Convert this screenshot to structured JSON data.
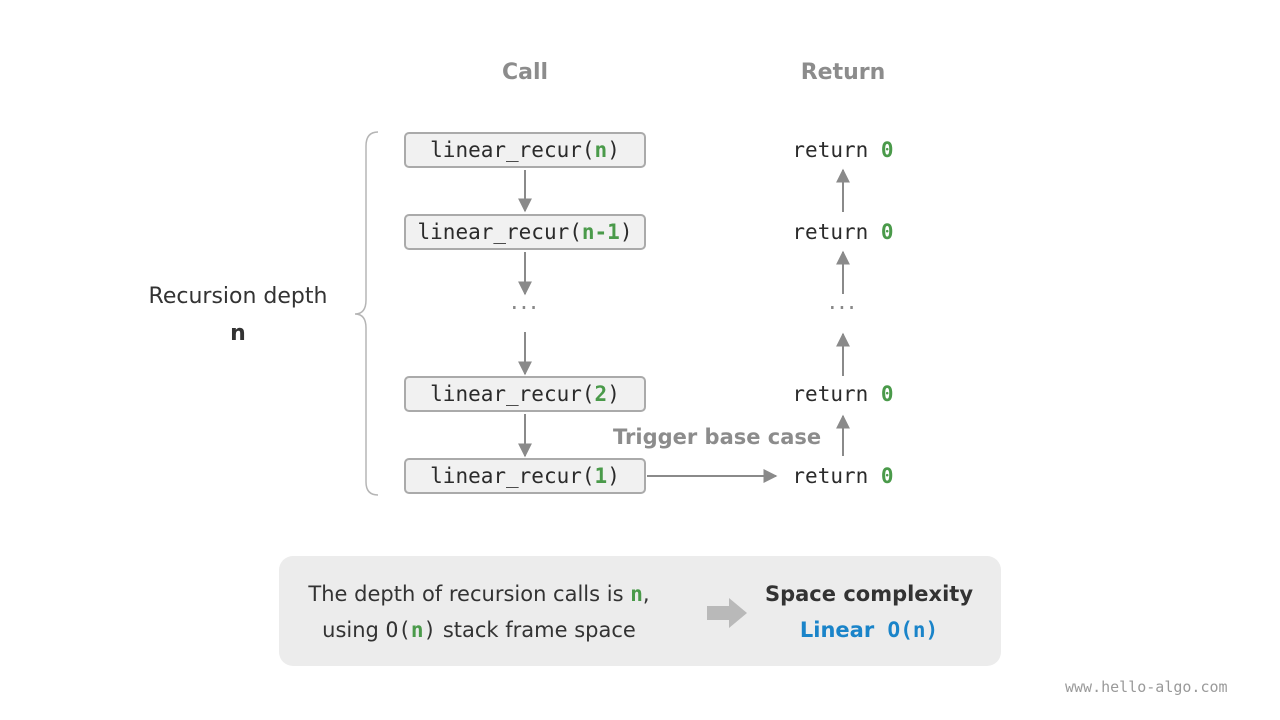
{
  "columns": {
    "call": "Call",
    "return": "Return"
  },
  "depth": {
    "label": "Recursion depth",
    "value": "n"
  },
  "calls": [
    {
      "prefix": "linear_recur(",
      "arg": "n",
      "suffix": ")"
    },
    {
      "prefix": "linear_recur(",
      "arg": "n-1",
      "suffix": ")"
    },
    {
      "prefix": "linear_recur(",
      "arg": "2",
      "suffix": ")"
    },
    {
      "prefix": "linear_recur(",
      "arg": "1",
      "suffix": ")"
    }
  ],
  "returns": [
    {
      "keyword": "return",
      "value": "0"
    },
    {
      "keyword": "return",
      "value": "0"
    },
    {
      "keyword": "return",
      "value": "0"
    },
    {
      "keyword": "return",
      "value": "0"
    }
  ],
  "ellipsis": "···",
  "trigger": "Trigger base case",
  "summary": {
    "line1_text": "The depth of recursion calls is ",
    "line1_var": "n",
    "line1_end": ",",
    "line2_pre": "using ",
    "line2_o": "O(",
    "line2_var": "n",
    "line2_close": ")",
    "line2_post": " stack frame space",
    "title": "Space complexity",
    "linear": "Linear",
    "big_o": "O(n)"
  },
  "watermark": "www.hello-algo.com",
  "colors": {
    "green": "#4a9a4a",
    "blue": "#1a84c9",
    "gray": "#8c8c8c",
    "arrow": "#8a8a8a"
  }
}
